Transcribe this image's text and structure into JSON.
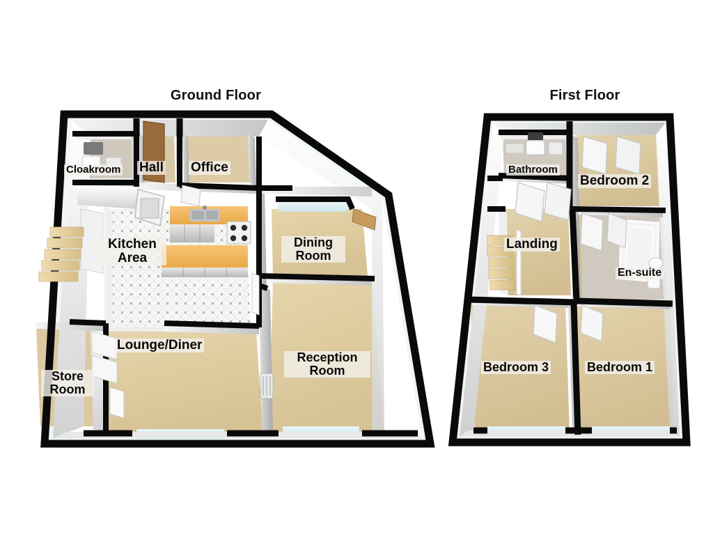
{
  "page": {
    "type": "property-floorplan",
    "background_color": "#ffffff"
  },
  "floors": [
    {
      "id": "ground",
      "title": "Ground Floor",
      "rooms": [
        {
          "id": "cloakroom",
          "label": "Cloakroom",
          "floor_finish": "tile",
          "floor_color": "#cfc8bd"
        },
        {
          "id": "hall",
          "label": "Hall",
          "floor_finish": "wood",
          "floor_color": "#d8c9a6"
        },
        {
          "id": "office",
          "label": "Office",
          "floor_finish": "carpet",
          "floor_color": "#ddcba6"
        },
        {
          "id": "kitchen",
          "label": "Kitchen Area",
          "floor_finish": "tile",
          "floor_color": "#f2f2ef"
        },
        {
          "id": "dining",
          "label": "Dining Room",
          "floor_finish": "carpet",
          "floor_color": "#e0cda0"
        },
        {
          "id": "lounge",
          "label": "Lounge/Diner",
          "floor_finish": "carpet",
          "floor_color": "#e0cda0"
        },
        {
          "id": "reception",
          "label": "Reception Room",
          "floor_finish": "carpet",
          "floor_color": "#e0cda0"
        },
        {
          "id": "store",
          "label": "Store Room",
          "floor_finish": "carpet",
          "floor_color": "#dcc9a2"
        }
      ]
    },
    {
      "id": "first",
      "title": "First Floor",
      "rooms": [
        {
          "id": "bathroom",
          "label": "Bathroom",
          "floor_finish": "tile",
          "floor_color": "#cfc9c0"
        },
        {
          "id": "bedroom2",
          "label": "Bedroom 2",
          "floor_finish": "carpet",
          "floor_color": "#ddcba3"
        },
        {
          "id": "landing",
          "label": "Landing",
          "floor_finish": "carpet",
          "floor_color": "#ddcba3"
        },
        {
          "id": "ensuite",
          "label": "En-suite",
          "floor_finish": "tile",
          "floor_color": "#cfc9c0"
        },
        {
          "id": "bedroom3",
          "label": "Bedroom 3",
          "floor_finish": "carpet",
          "floor_color": "#ddcba3"
        },
        {
          "id": "bedroom1",
          "label": "Bedroom 1",
          "floor_finish": "carpet",
          "floor_color": "#ddcba3"
        }
      ]
    }
  ],
  "label_text": {
    "ground_title": "Ground Floor",
    "first_title": "First Floor",
    "cloakroom": "Cloakroom",
    "hall": "Hall",
    "office": "Office",
    "kitchen_line1": "Kitchen",
    "kitchen_line2": "Area",
    "dining_line1": "Dining",
    "dining_line2": "Room",
    "lounge": "Lounge/Diner",
    "reception_line1": "Reception",
    "reception_line2": "Room",
    "store_line1": "Store",
    "store_line2": "Room",
    "bathroom": "Bathroom",
    "bedroom2": "Bedroom 2",
    "landing": "Landing",
    "ensuite": "En-suite",
    "bedroom3": "Bedroom 3",
    "bedroom1": "Bedroom 1"
  },
  "fixtures": {
    "ground": [
      "kitchen-worktop",
      "kitchen-sink",
      "kitchen-hob",
      "kitchen-island",
      "cloakroom-basin",
      "cloakroom-wc",
      "staircase",
      "radiator",
      "entrance-door"
    ],
    "first": [
      "bathroom-basin",
      "bathroom-bath",
      "bathroom-mirror",
      "ensuite-shower",
      "ensuite-wc",
      "ensuite-basin",
      "staircase",
      "doors"
    ]
  },
  "palette": {
    "wall_outline": "#0a0a0a",
    "wall_face_light": "#ffffff",
    "wall_face_shade": "#d9d9d9",
    "wall_face_dark": "#b3b3b3",
    "carpet": "#e0cda0",
    "tile": "#f2f2ef",
    "wood_worktop": "#f0b860",
    "glass": "#dff0f2",
    "label_bg": "#f2f0eb",
    "text": "#0a0a0a"
  }
}
